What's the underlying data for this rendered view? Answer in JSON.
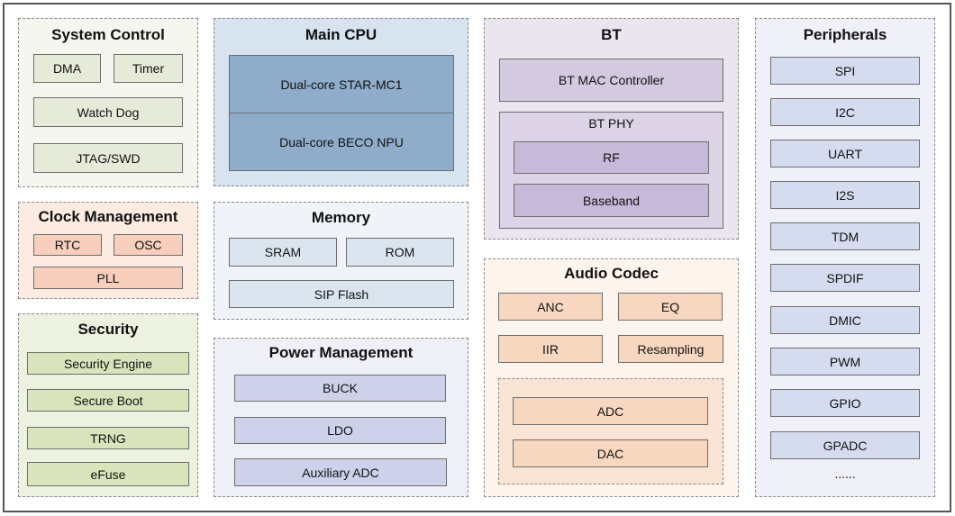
{
  "groups": {
    "system_control": {
      "title": "System Control",
      "color": "#f6f6f1",
      "item_color": "#e6ebd9",
      "items": [
        "DMA",
        "Timer",
        "Watch Dog",
        "JTAG/SWD"
      ]
    },
    "clock_management": {
      "title": "Clock Management",
      "color": "#fcebe1",
      "item_color": "#f8cebd",
      "items": [
        "RTC",
        "OSC",
        "PLL"
      ]
    },
    "security": {
      "title": "Security",
      "color": "#ecf1e0",
      "item_color": "#d9e4bd",
      "items": [
        "Security Engine",
        "Secure Boot",
        "TRNG",
        "eFuse"
      ]
    },
    "main_cpu": {
      "title": "Main CPU",
      "color": "#d7e3ef",
      "item_color": "#8fadcb",
      "items": [
        "Dual-core STAR-MC1",
        "Dual-core BECO NPU"
      ]
    },
    "memory": {
      "title": "Memory",
      "color": "#f0f4f8",
      "item_color": "#dbe5f0",
      "items": [
        "SRAM",
        "ROM",
        "SIP Flash"
      ]
    },
    "power_management": {
      "title": "Power Management",
      "color": "#eff0f7",
      "item_color": "#cdd2ea",
      "items": [
        "BUCK",
        "LDO",
        "Auxiliary ADC"
      ]
    },
    "bt": {
      "title": "BT",
      "color": "#eae5ef",
      "item_color": "#d4cae0",
      "items": [
        "BT MAC Controller"
      ],
      "phy": {
        "title": "BT PHY",
        "color": "#ddd3e7",
        "item_color": "#c7b9d9",
        "items": [
          "RF",
          "Baseband"
        ]
      }
    },
    "audio_codec": {
      "title": "Audio Codec",
      "color": "#fdf4ee",
      "item_color": "#f7d7bf",
      "items": [
        "ANC",
        "EQ",
        "IIR",
        "Resampling"
      ],
      "converters": {
        "color": "#f9e4d5",
        "items": [
          "ADC",
          "DAC"
        ]
      }
    },
    "peripherals": {
      "title": "Peripherals",
      "color": "#eff0f8",
      "item_color": "#d6dcef",
      "items": [
        "SPI",
        "I2C",
        "UART",
        "I2S",
        "TDM",
        "SPDIF",
        "DMIC",
        "PWM",
        "GPIO",
        "GPADC"
      ],
      "more": "......"
    }
  }
}
